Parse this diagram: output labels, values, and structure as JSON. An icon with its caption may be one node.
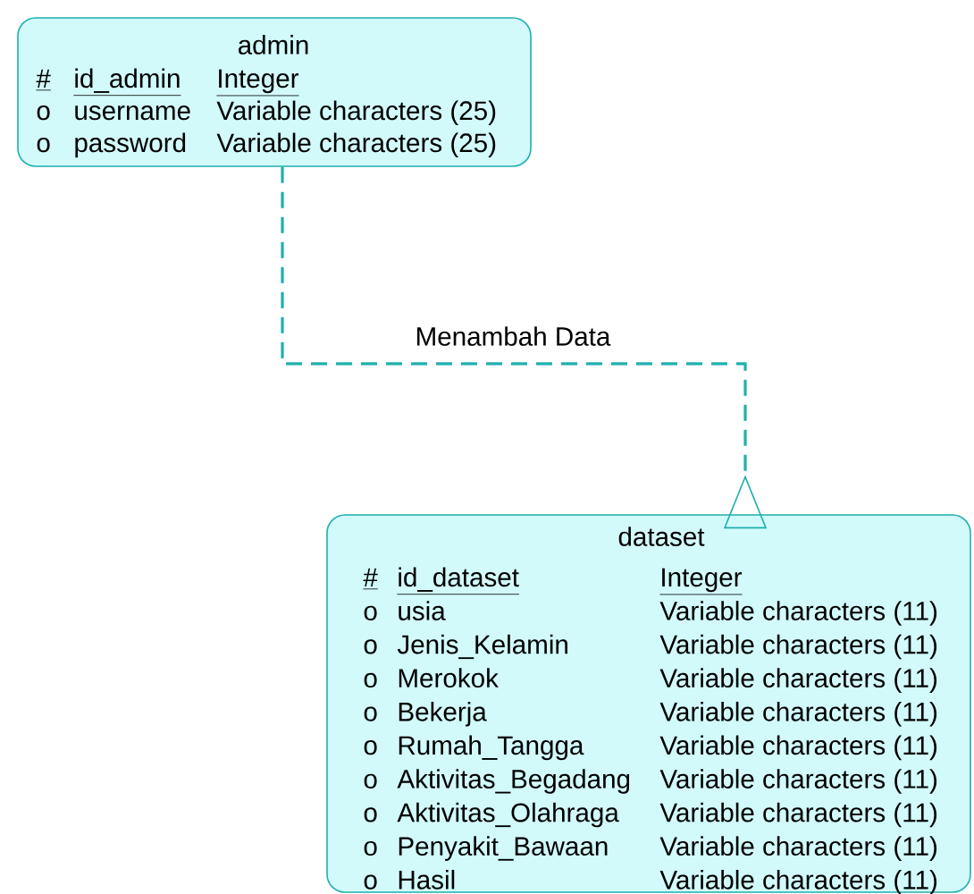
{
  "diagram": {
    "nodes": [
      {
        "text": [
          "admin",
          "#",
          "id_admin",
          "Integer",
          "o",
          "username",
          "Variable characters (25)",
          "o",
          "password",
          "Variable characters (25)"
        ]
      },
      {
        "text": [
          "dataset",
          "#",
          "id_dataset",
          "Integer",
          "o",
          "usia",
          "Variable characters (11)",
          "o",
          "Jenis_Kelamin",
          "Variable characters (11)",
          "o",
          "Merokok",
          "Variable characters (11)",
          "o",
          "Bekerja",
          "Variable characters (11)",
          "o",
          "Rumah_Tangga",
          "Variable characters (11)",
          "o",
          "Aktivitas_Begadang",
          "Variable characters (11)",
          "o",
          "Aktivitas_Olahraga",
          "Variable characters (11)",
          "o",
          "Penyakit_Bawaan",
          "Variable characters (11)",
          "o",
          "Hasil",
          "Variable characters (11)"
        ]
      }
    ],
    "edges": [
      {
        "from": 0,
        "to": 1,
        "arrow": "other",
        "style": "dashed",
        "label": "Menambah Data"
      }
    ]
  }
}
